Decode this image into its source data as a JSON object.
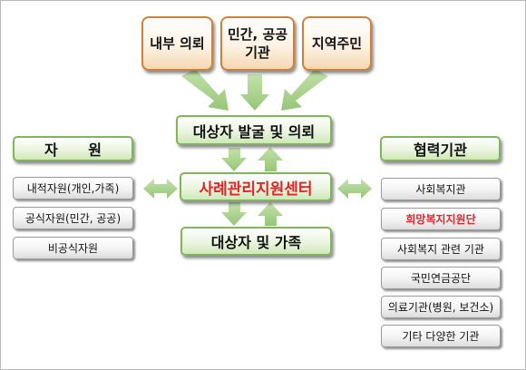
{
  "sources": [
    {
      "id": "internal",
      "label": "내부 의뢰"
    },
    {
      "id": "private",
      "label": "민간, 공공\n기관"
    },
    {
      "id": "residents",
      "label": "지역주민"
    }
  ],
  "flow": {
    "discovery": "대상자 발굴 및 의뢰",
    "center": "사례관리지원센터",
    "target": "대상자 및 가족"
  },
  "resources": {
    "title": "자 원",
    "items": [
      "내적자원(개인,가족)",
      "공식자원(민간, 공공)",
      "비공식자원"
    ]
  },
  "partners": {
    "title": "협력기관",
    "items": [
      {
        "label": "사회복지관",
        "highlight": false
      },
      {
        "label": "희망복지지원단",
        "highlight": true
      },
      {
        "label": "사회복지 관련 기관",
        "highlight": false
      },
      {
        "label": "국민연금공단",
        "highlight": false
      },
      {
        "label": "의료기관(병원, 보건소)",
        "highlight": false
      },
      {
        "label": "기타 다양한 기관",
        "highlight": false
      }
    ]
  },
  "colors": {
    "arrow": "#a4cf86",
    "orange_border": "#d1803a",
    "green_border": "#7fb65a",
    "highlight_text": "#e0242a"
  }
}
